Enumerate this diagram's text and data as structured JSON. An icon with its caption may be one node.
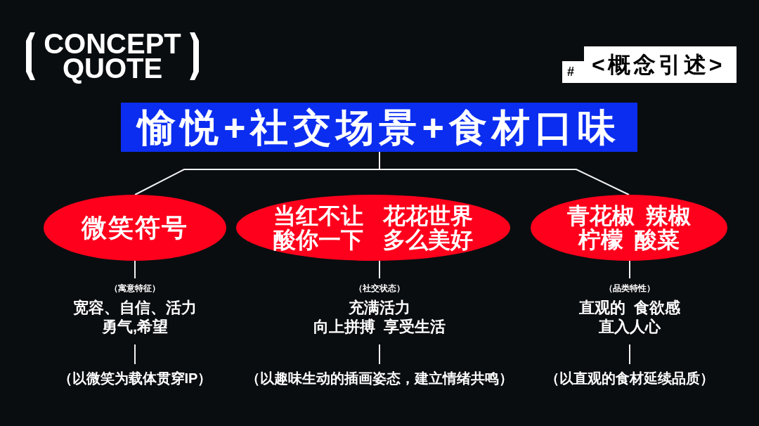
{
  "diagram": {
    "title": "CONCEPT QUOTE",
    "nodes": [
      {
        "text": [
          "愉悦+社交场景+食材口味"
        ]
      },
      {
        "text": [
          "微笑符号"
        ]
      },
      {
        "text": [
          "当红不让 花花世界酸你一下 多么美好"
        ]
      },
      {
        "text": [
          "青花椒 辣椒柠檬 酸菜"
        ]
      },
      {
        "text": [
          "（寓意特征）",
          "宽容、自信、活力勇气,希望"
        ]
      },
      {
        "text": [
          "（社交状态）",
          "充满活力向上拼搏 享受生活"
        ]
      },
      {
        "text": [
          "（品类特性）",
          "直观的 食欲感直入人心"
        ]
      },
      {
        "text": [
          "（以微笑为载体贯穿IP）"
        ]
      },
      {
        "text": [
          "（以趣味生动的插画姿态，建立情绪共鸣）"
        ]
      },
      {
        "text": [
          "（以直观的食材延续品质）"
        ]
      }
    ],
    "edges": [
      {
        "from": 0,
        "to": 1,
        "arrow": "none"
      },
      {
        "from": 0,
        "to": 3,
        "arrow": "none"
      },
      {
        "from": 1,
        "to": 4,
        "arrow": "none"
      },
      {
        "from": 4,
        "to": 7,
        "arrow": "none"
      },
      {
        "from": 2,
        "to": 5,
        "arrow": "none"
      },
      {
        "from": 5,
        "to": 8,
        "arrow": "none"
      },
      {
        "from": 3,
        "to": 6,
        "arrow": "none"
      },
      {
        "from": 6,
        "to": 9,
        "arrow": "none"
      }
    ],
    "labels": [
      "#",
      "<概念引述>"
    ]
  }
}
